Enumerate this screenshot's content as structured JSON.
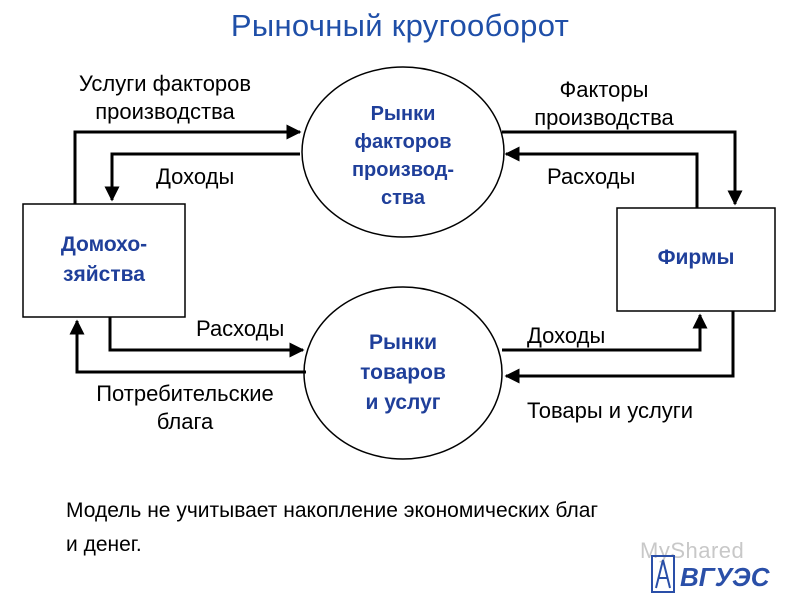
{
  "title": "Рыночный кругооборот",
  "nodes": {
    "households": {
      "line1": "Домохо-",
      "line2": "зяйства"
    },
    "firms": {
      "label": "Фирмы"
    },
    "factor_markets": {
      "line1": "Рынки",
      "line2": "факторов",
      "line3": "производ-",
      "line4": "ства"
    },
    "goods_markets": {
      "line1": "Рынки",
      "line2": "товаров",
      "line3": "и услуг"
    }
  },
  "flows": {
    "factor_services": {
      "line1": "Услуги факторов",
      "line2": "производства"
    },
    "factors_of_production": {
      "line1": "Факторы",
      "line2": "производства"
    },
    "household_income": "Доходы",
    "firm_expenses": "Расходы",
    "household_expenses": "Расходы",
    "firm_income": "Доходы",
    "consumer_goods": {
      "line1": "Потребительские",
      "line2": "блага"
    },
    "goods_and_services": "Товары и услуги"
  },
  "footer": {
    "line1": "Модель не учитывает накопление экономических благ",
    "line2": "и денег."
  },
  "watermark": "MyShared",
  "logo_text": "ВГУЭС",
  "colors": {
    "title": "#1f4fa8",
    "node_text": "#1f3f9a",
    "lines": "#000000",
    "logo": "#2a4fa8"
  }
}
